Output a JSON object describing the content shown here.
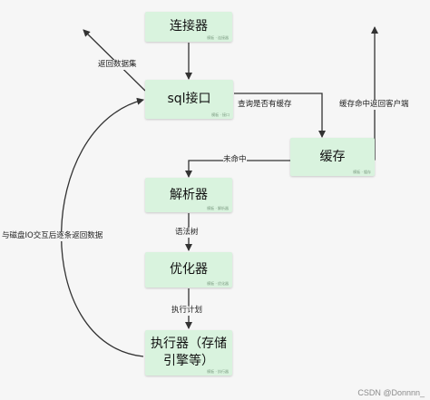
{
  "nodes": {
    "connector": {
      "label": "连接器",
      "tag": "模板 · 连接器"
    },
    "sql_interface": {
      "label": "sql接口",
      "tag": "模板 · 接口"
    },
    "cache": {
      "label": "缓存",
      "tag": "模板 · 缓存"
    },
    "parser": {
      "label": "解析器",
      "tag": "模板 · 解析器"
    },
    "optimizer": {
      "label": "优化器",
      "tag": "模板 · 优化器"
    },
    "executor": {
      "label": "执行器（存储引擎等）",
      "tag": "模板 · 执行器"
    }
  },
  "edges": {
    "return_dataset": "返回数据集",
    "query_cache": "查询是否有缓存",
    "cache_hit_return": "缓存命中返回客户端",
    "cache_miss": "未命中",
    "syntax_tree": "语法树",
    "execution_plan": "执行计划",
    "disk_io_return": "与磁盘IO交互后逐条返回数据"
  },
  "watermark": "CSDN @Donnnn_",
  "colors": {
    "node_fill": "#d9f3de",
    "arrow": "#333333",
    "background": "#f6f6f6"
  }
}
